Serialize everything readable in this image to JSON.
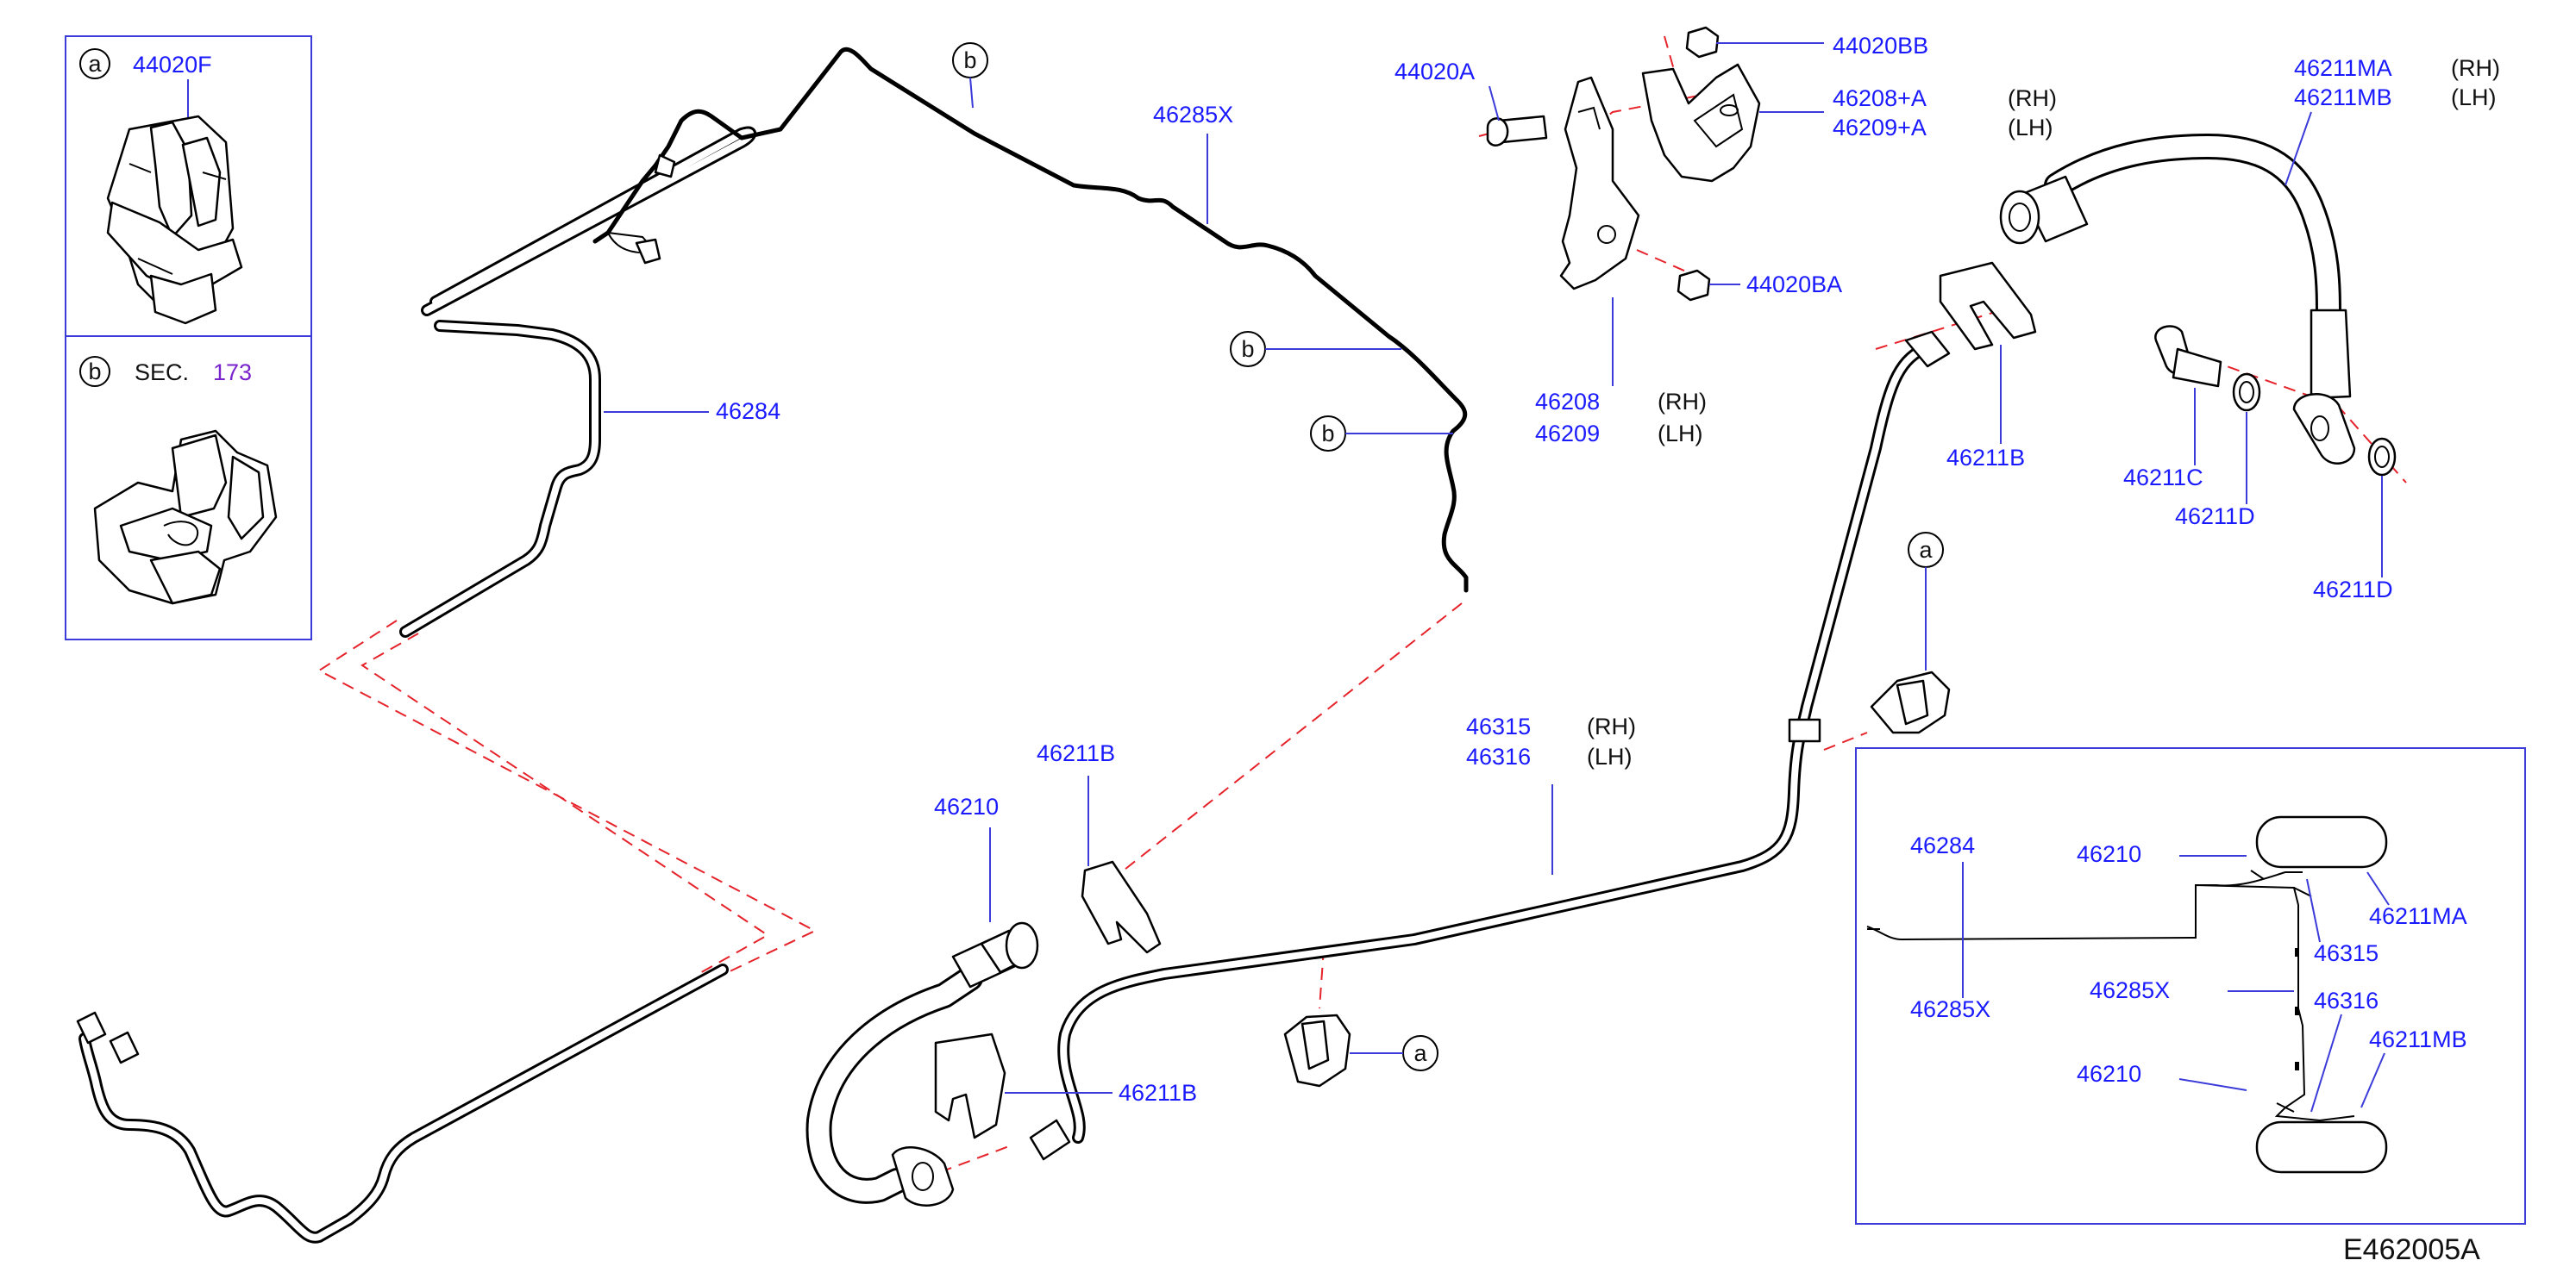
{
  "labels": {
    "clip_a": "a",
    "clip_b": "b",
    "p_44020F": "44020F",
    "sec": "SEC.",
    "sec_num": "173",
    "p_46284": "46284",
    "p_46285X": "46285X",
    "p_44020A": "44020A",
    "p_44020BB": "44020BB",
    "p_46208A": "46208+A",
    "p_46209A": "46209+A",
    "rh": "(RH)",
    "lh": "(LH)",
    "p_44020BA": "44020BA",
    "p_46208": "46208",
    "p_46209": "46209",
    "p_46211MA": "46211MA",
    "p_46211MB": "46211MB",
    "p_46211B": "46211B",
    "p_46211C": "46211C",
    "p_46211D": "46211D",
    "p_46315": "46315",
    "p_46316": "46316",
    "p_46210": "46210",
    "figure_code": "E462005A"
  },
  "colors": {
    "label": "#1a1aff",
    "leader": "#3b3bd9",
    "dashed": "#e6232a",
    "line": "#000000",
    "sec_number": "#7a22cc"
  },
  "icons": [
    "clip-a-icon",
    "clip-b-icon",
    "brake-tube-icon",
    "brake-hose-icon",
    "bracket-icon",
    "bolt-icon",
    "nut-icon",
    "washer-icon",
    "lock-plate-icon"
  ]
}
